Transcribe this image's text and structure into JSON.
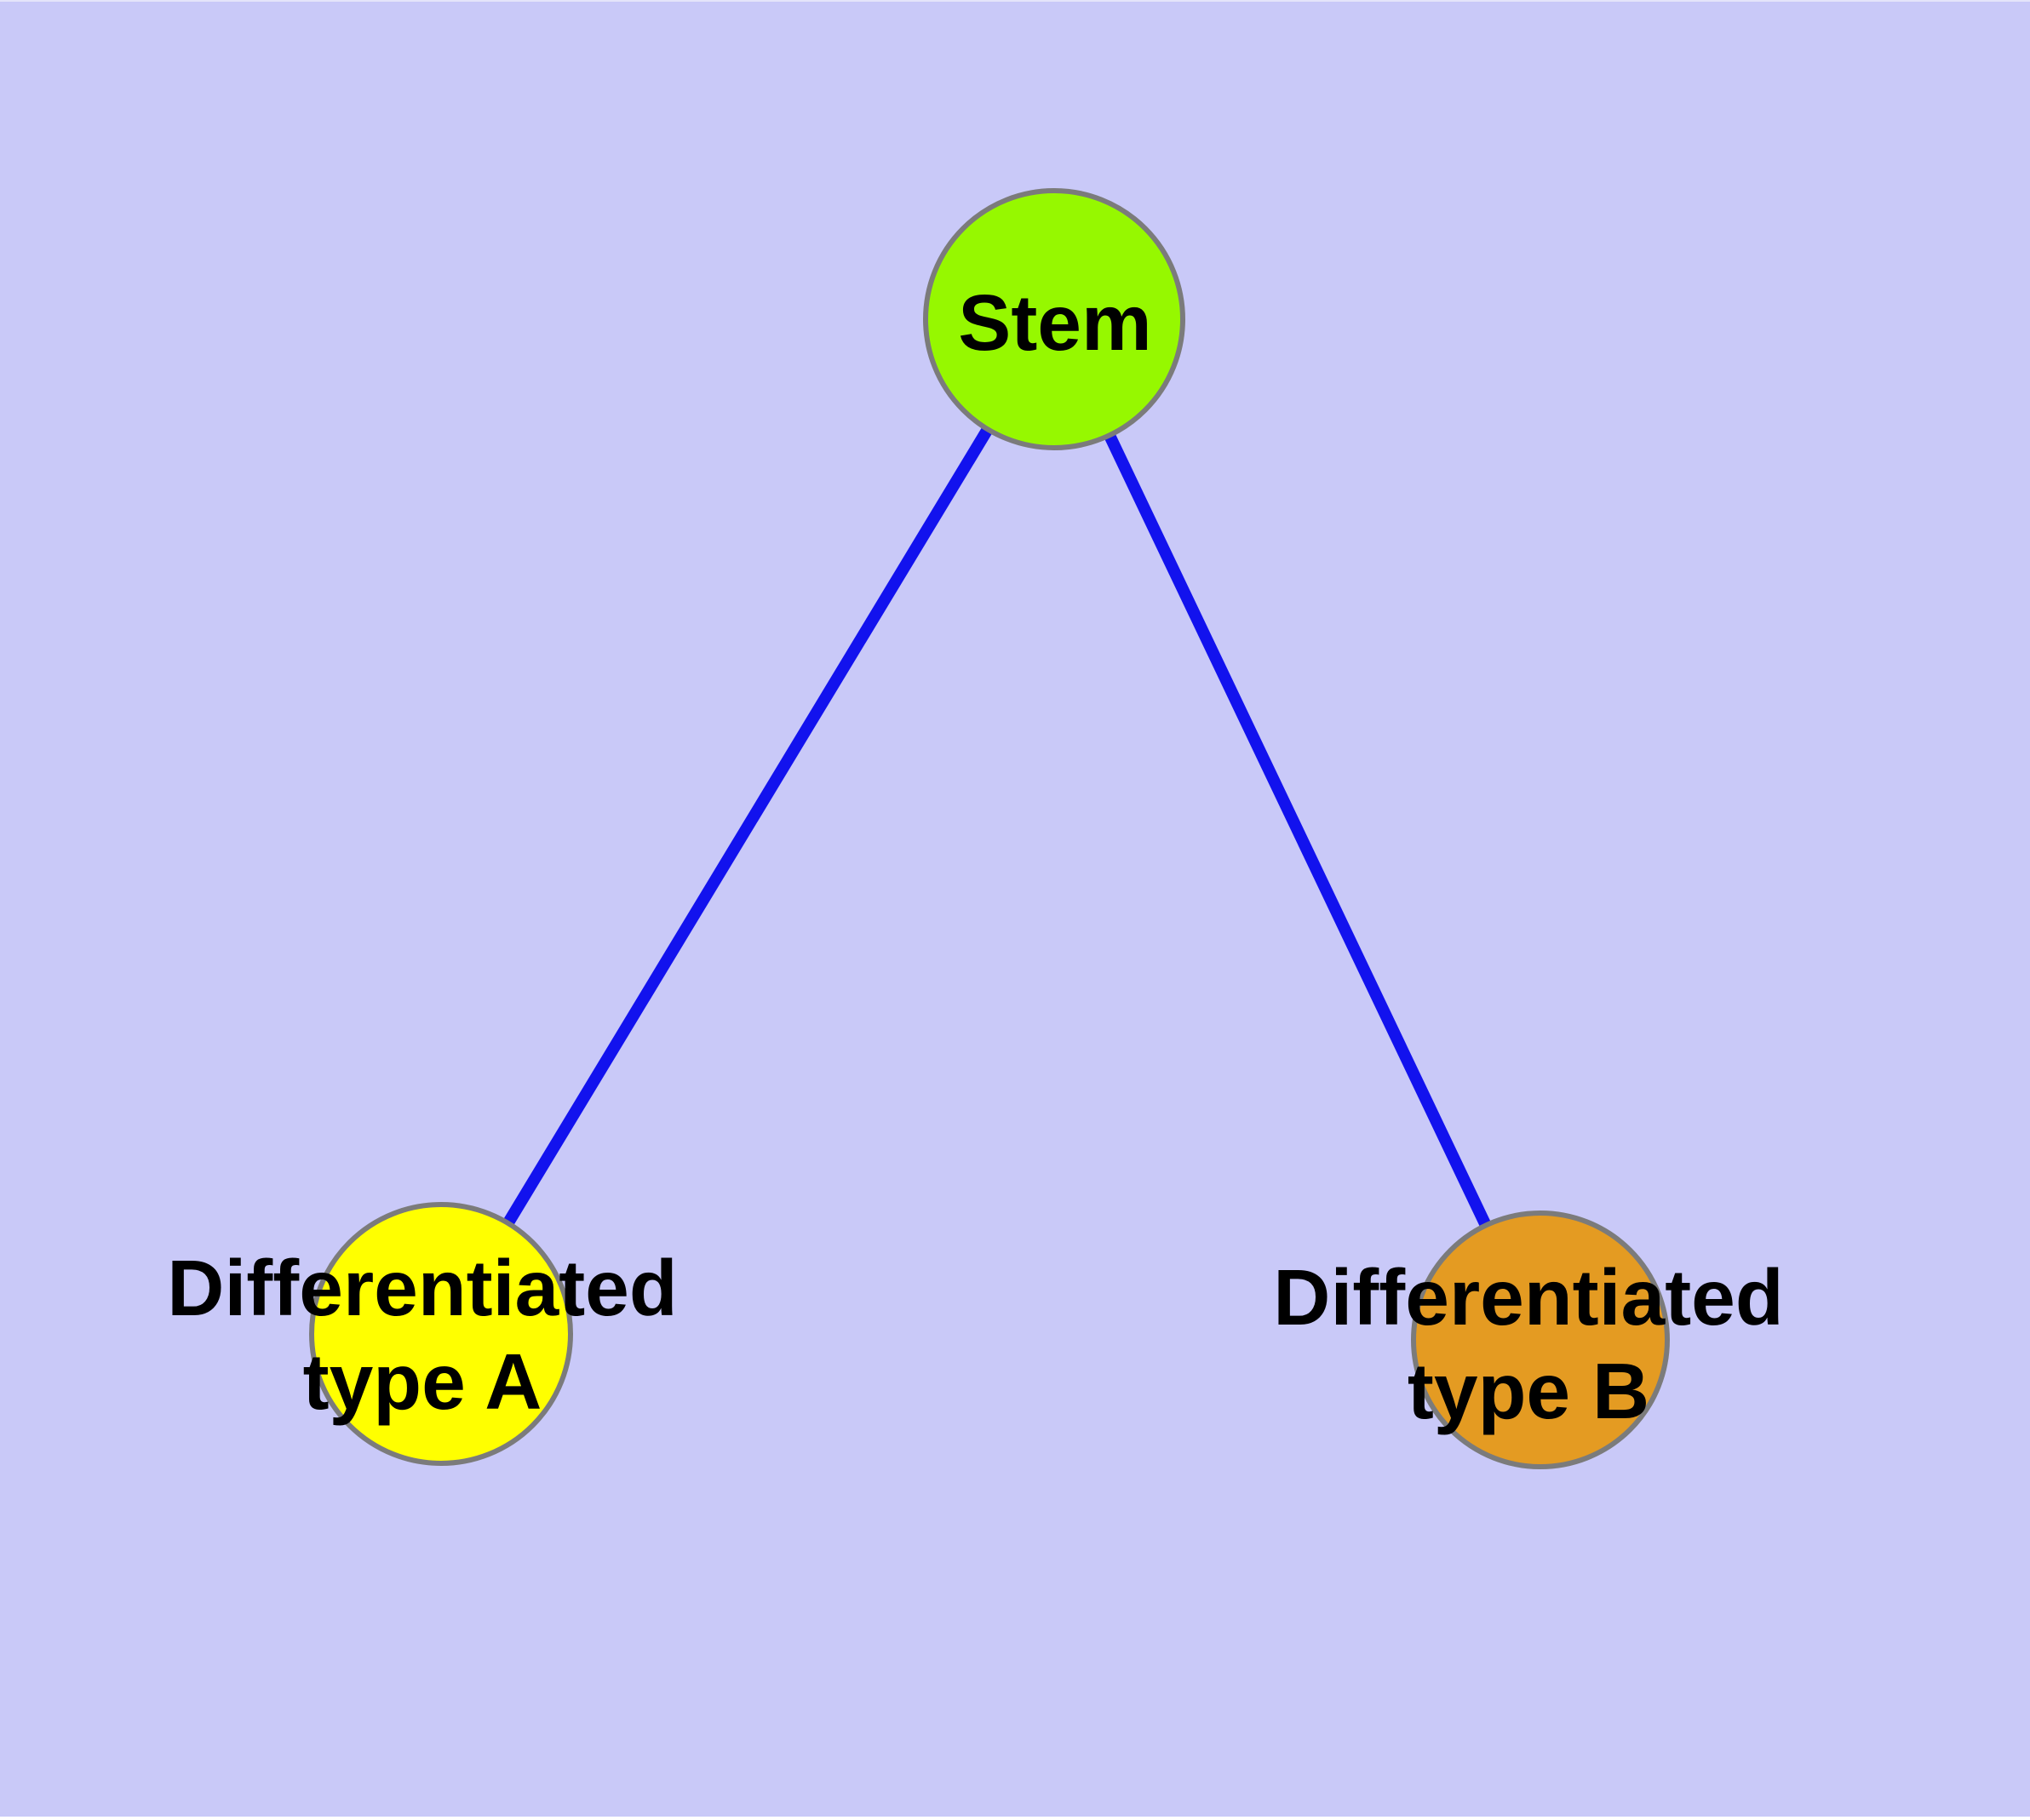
{
  "colors": {
    "background": "#c9c9f8",
    "node_border": "#7b7b7b",
    "edge": "#1212ee",
    "label_text": "#000000"
  },
  "graph": {
    "nodes": [
      {
        "id": "stem",
        "label": "Stem",
        "fill": "#96f800"
      },
      {
        "id": "diff_a",
        "label": [
          "Differentiated",
          "type A"
        ],
        "fill": "#ffff00"
      },
      {
        "id": "diff_b",
        "label": [
          "Differentiated",
          "type B"
        ],
        "fill": "#e49b22"
      }
    ],
    "edges": [
      {
        "from": "Stem",
        "to": "Differentiated type A"
      },
      {
        "from": "Stem",
        "to": "Differentiated type B"
      }
    ]
  }
}
